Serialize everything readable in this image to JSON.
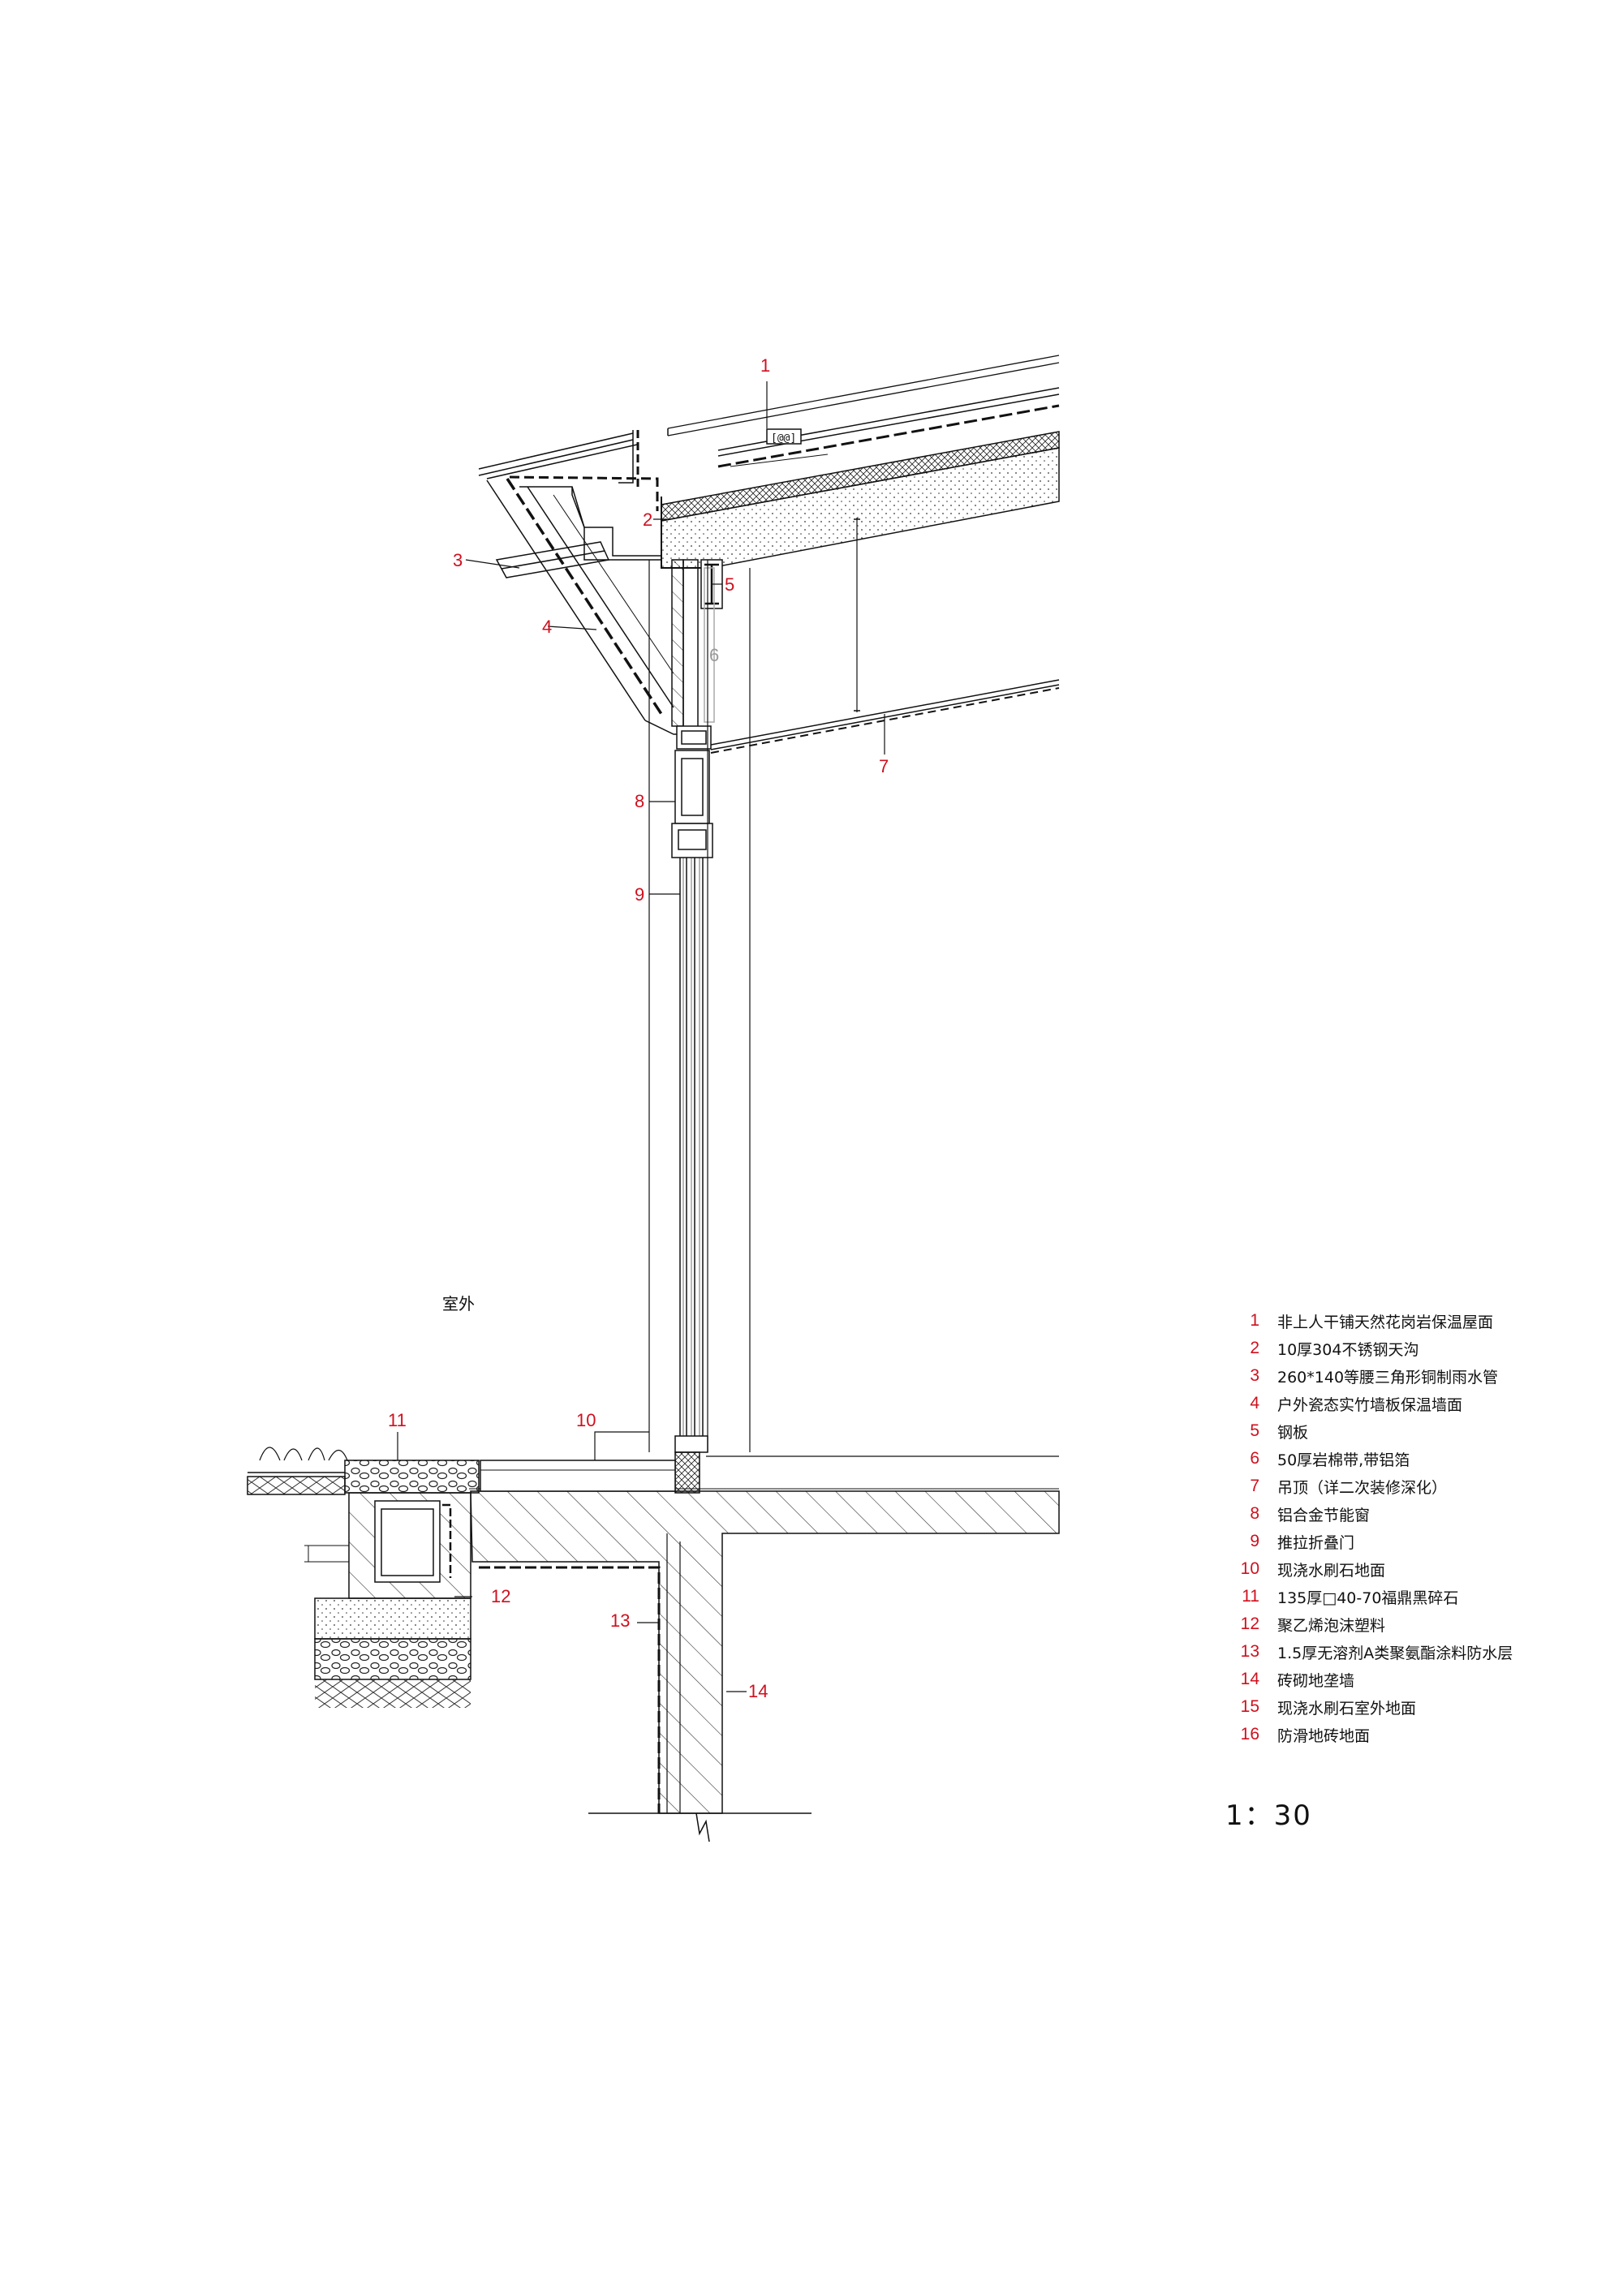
{
  "room_label": "室外",
  "callouts": [
    {
      "num": "1"
    },
    {
      "num": "2"
    },
    {
      "num": "3"
    },
    {
      "num": "4"
    },
    {
      "num": "5"
    },
    {
      "num": "6"
    },
    {
      "num": "7"
    },
    {
      "num": "8"
    },
    {
      "num": "9"
    },
    {
      "num": "10"
    },
    {
      "num": "11"
    },
    {
      "num": "12"
    },
    {
      "num": "13"
    },
    {
      "num": "14"
    }
  ],
  "legend": [
    {
      "num": "1",
      "text": "非上人干铺天然花岗岩保温屋面"
    },
    {
      "num": "2",
      "text": "10厚304不锈钢天沟"
    },
    {
      "num": "3",
      "text": "260*140等腰三角形铜制雨水管"
    },
    {
      "num": "4",
      "text": "户外瓷态实竹墙板保温墙面"
    },
    {
      "num": "5",
      "text": "钢板"
    },
    {
      "num": "6",
      "text": "50厚岩棉带,带铝箔"
    },
    {
      "num": "7",
      "text": "吊顶（详二次装修深化）"
    },
    {
      "num": "8",
      "text": "铝合金节能窗"
    },
    {
      "num": "9",
      "text": "推拉折叠门"
    },
    {
      "num": "10",
      "text": "现浇水刷石地面"
    },
    {
      "num": "11",
      "text": "135厚□40-70福鼎黑碎石"
    },
    {
      "num": "12",
      "text": "聚乙烯泡沫塑料"
    },
    {
      "num": "13",
      "text": "1.5厚无溶剂A类聚氨酯涂料防水层"
    },
    {
      "num": "14",
      "text": "砖砌地垄墙"
    },
    {
      "num": "15",
      "text": "现浇水刷石室外地面"
    },
    {
      "num": "16",
      "text": "防滑地砖地面"
    }
  ],
  "scale": "1：30",
  "colors": {
    "callout": "#d0101e",
    "line": "#111111",
    "muted": "#999999"
  }
}
